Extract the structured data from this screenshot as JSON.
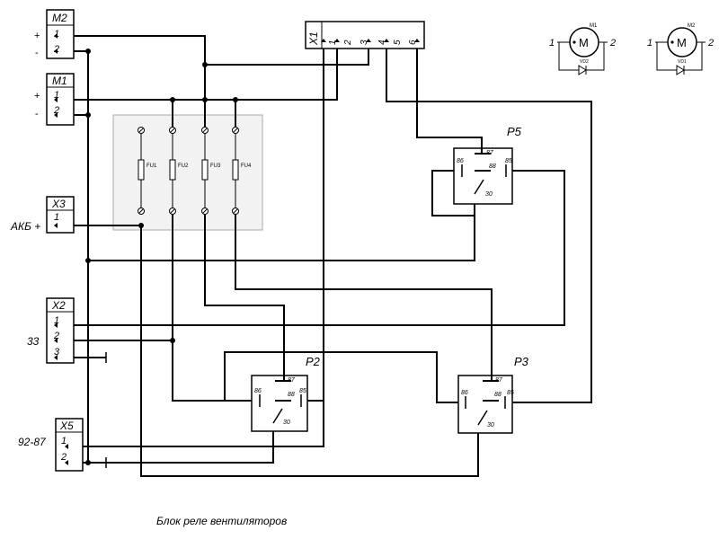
{
  "caption": "Блок реле вентиляторов",
  "connectors": {
    "m2": {
      "name": "M2",
      "pins": [
        "1",
        "2"
      ],
      "signs": [
        "+",
        "-"
      ]
    },
    "m1": {
      "name": "M1",
      "pins": [
        "1",
        "2"
      ],
      "signs": [
        "+",
        "-"
      ]
    },
    "x3": {
      "name": "X3",
      "pins": [
        "1"
      ],
      "label": "АКБ +"
    },
    "x2": {
      "name": "X2",
      "pins": [
        "1",
        "2",
        "3"
      ],
      "label": "33"
    },
    "x5": {
      "name": "X5",
      "pins": [
        "1",
        "2"
      ],
      "label": "92-87"
    },
    "x1": {
      "name": "X1",
      "pins": [
        "1",
        "2",
        "3",
        "4",
        "5",
        "6"
      ]
    }
  },
  "fuses": [
    "FU1",
    "FU2",
    "FU3",
    "FU4"
  ],
  "relays": {
    "p5": {
      "name": "P5",
      "pins": [
        "87",
        "86",
        "88",
        "85",
        "30"
      ]
    },
    "p2": {
      "name": "P2",
      "pins": [
        "87",
        "86",
        "88",
        "85",
        "30"
      ]
    },
    "p3": {
      "name": "P3",
      "pins": [
        "87",
        "86",
        "88",
        "85",
        "30"
      ]
    }
  },
  "motors": {
    "m1": {
      "name": "M1",
      "diode": "VD2",
      "terminals": [
        "1",
        "2"
      ]
    },
    "m2": {
      "name": "M2",
      "diode": "VD1",
      "terminals": [
        "1",
        "2"
      ]
    }
  },
  "motor_symbol": "M"
}
